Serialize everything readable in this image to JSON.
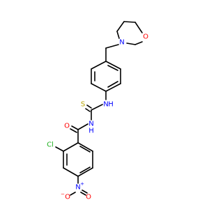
{
  "colors": {
    "bond": "#000000",
    "oxygen": "#ff0000",
    "nitrogen": "#0000ff",
    "sulfur": "#b8a400",
    "chlorine": "#1fb01f"
  },
  "atoms": {
    "morpholine_o": "O",
    "morpholine_n": "N",
    "thioamide_n": "N",
    "thioamide_h": "H",
    "thiocarbonyl_s": "S",
    "amide_n": "N",
    "amide_h": "H",
    "carbonyl_o": "O",
    "chloro": "Cl",
    "nitro_n": "N",
    "nitro_n_charge": "+",
    "nitro_o_left": "O",
    "nitro_o_left_charge": "−",
    "nitro_o_right": "O"
  }
}
